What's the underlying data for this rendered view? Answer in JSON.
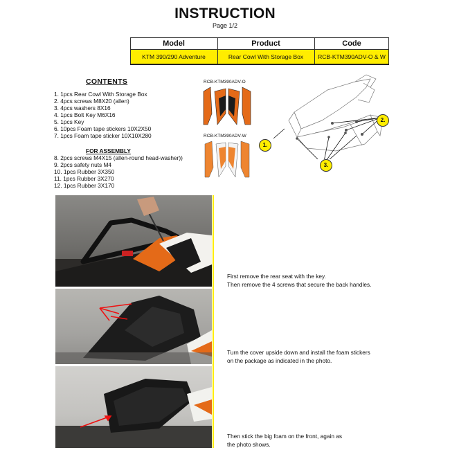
{
  "header": {
    "title": "INSTRUCTION",
    "page": "Page 1/2"
  },
  "table": {
    "headers": [
      "Model",
      "Product",
      "Code"
    ],
    "row": [
      "KTM 390/290 Adventure",
      "Rear Cowl With Storage Box",
      "RCB-KTM390ADV-O & W"
    ],
    "highlight_color": "#ffed00"
  },
  "contents": {
    "title": "CONTENTS",
    "items": [
      "1. 1pcs Rear Cowl With Storage Box",
      "2. 4pcs screws M8X20 (allen)",
      "3. 4pcs washers 8X16",
      "4. 1pcs Bolt Key M6X16",
      "5. 1pcs Key",
      "6. 10pcs Foam tape stickers 10X2X50",
      "7. 1pcs Foam tape sticker 10X10X280"
    ],
    "assembly_title": "FOR ASSEMBLY",
    "assembly_items": [
      "8. 2pcs screws M4X15 (allen-round head-washer))",
      "9. 2pcs safety nuts M4",
      "10. 1pcs Rubber 3X350",
      "11. 1pcs Rubber 3X270",
      "12. 1pcs Rubber 3X170"
    ]
  },
  "stickers": {
    "orange_code": "RCB-KTM390ADV-O",
    "white_code": "RCB-KTM390ADV-W"
  },
  "diagram": {
    "callouts": [
      "1.",
      "2.",
      "3."
    ]
  },
  "steps": [
    "First remove the rear seat with the key.",
    "Then remove the 4 screws that secure the back handles.",
    "Turn the cover upside down and install the foam stickers",
    "on the package as indicated in the photo.",
    "Then stick the big foam on the front, again as",
    "the photo shows."
  ]
}
